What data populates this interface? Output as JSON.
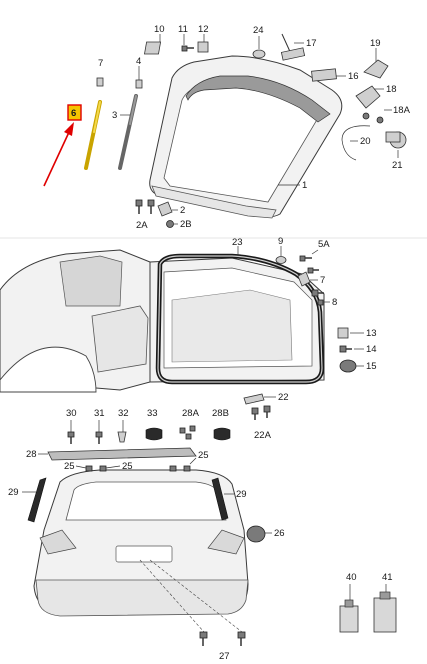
{
  "labels": {
    "p1": "1",
    "p2": "2",
    "p2a": "2A",
    "p2b": "2B",
    "p3": "3",
    "p4": "4",
    "p5a": "5A",
    "p6": "6",
    "p7": "7",
    "p8": "8",
    "p9": "9",
    "p10": "10",
    "p11": "11",
    "p12": "12",
    "p13": "13",
    "p14": "14",
    "p15": "15",
    "p16": "16",
    "p17": "17",
    "p18": "18",
    "p18a": "18A",
    "p19": "19",
    "p20": "20",
    "p21": "21",
    "p22": "22",
    "p22a": "22A",
    "p23": "23",
    "p24": "24",
    "p25a": "25",
    "p25b": "25",
    "p25c": "25",
    "p26": "26",
    "p27": "27",
    "p28": "28",
    "p28a": "28A",
    "p28b": "28B",
    "p29l": "29",
    "p29r": "29",
    "p30": "30",
    "p31": "31",
    "p32": "32",
    "p33": "33",
    "p40": "40",
    "p41": "41"
  },
  "colors": {
    "highlight_fill": "#f5c400",
    "highlight_stroke": "#e00000",
    "arrow": "#e00000"
  },
  "highlighted_part": "6"
}
